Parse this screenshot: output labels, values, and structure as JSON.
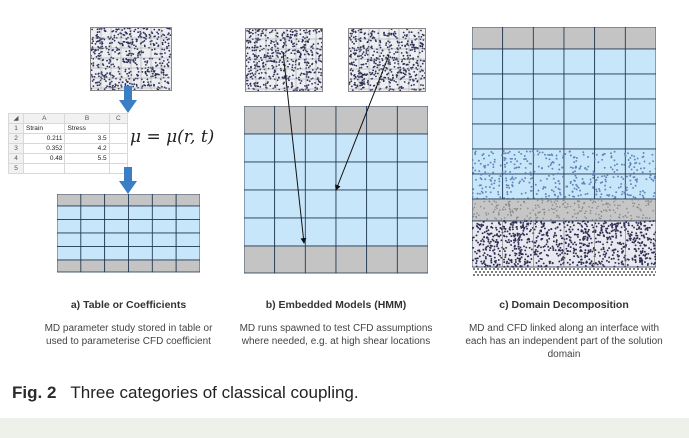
{
  "panels": [
    {
      "title": "a) Table or Coefficients",
      "description": "MD parameter study stored in table or used to parameterise CFD coefficient"
    },
    {
      "title": "b) Embedded Models (HMM)",
      "description": "MD runs spawned to test CFD assumptions where needed, e.g. at high shear locations"
    },
    {
      "title": "c) Domain Decomposition",
      "description": "MD and CFD linked along an interface with each has an independent part of the solution domain"
    }
  ],
  "spreadsheet": {
    "column_letters": [
      "A",
      "B",
      "C"
    ],
    "rows": [
      {
        "row": "1",
        "cells": [
          "Strain",
          "Stress",
          ""
        ]
      },
      {
        "row": "2",
        "cells": [
          "0.211",
          "3.5",
          ""
        ]
      },
      {
        "row": "3",
        "cells": [
          "0.352",
          "4.2",
          ""
        ]
      },
      {
        "row": "4",
        "cells": [
          "0.48",
          "5.5",
          ""
        ]
      },
      {
        "row": "5",
        "cells": [
          "",
          "",
          ""
        ]
      }
    ]
  },
  "formula": "μ = μ(r, t)",
  "figure": {
    "label": "Fig. 2",
    "caption": "Three categories of classical coupling."
  },
  "colors": {
    "cfd_fill": "#c8e6fa",
    "boundary_fill": "#c4c4c4",
    "grid_line": "#1e3550",
    "arrow_blue": "#3a7fc6",
    "molecule": "#2f2f55"
  }
}
